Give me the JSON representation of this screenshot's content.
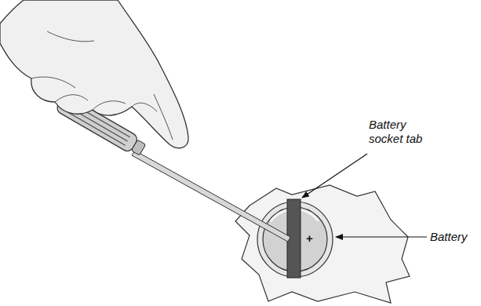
{
  "diagram": {
    "labels": [
      "Battery socket tab",
      "Battery",
      "+"
    ]
  }
}
